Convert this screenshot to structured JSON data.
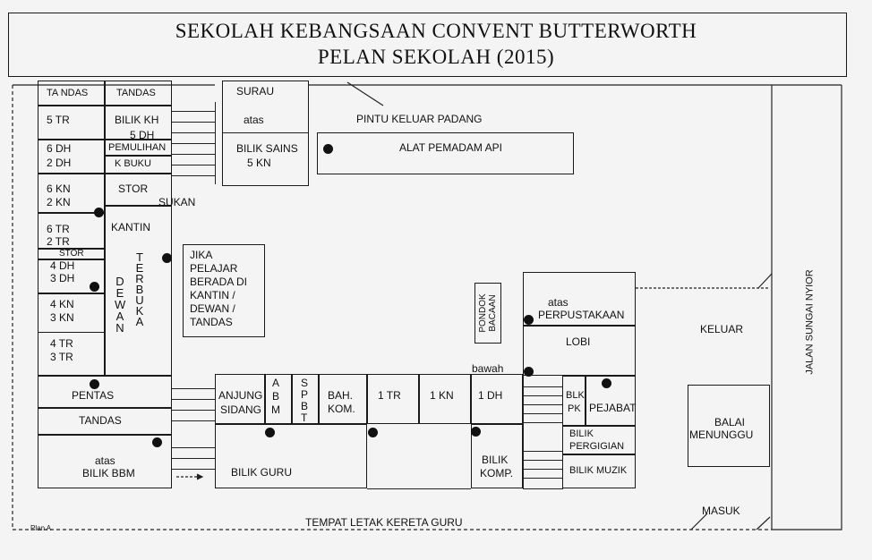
{
  "header": {
    "title_line1": "SEKOLAH KEBANGSAAN CONVENT BUTTERWORTH",
    "title_line2": "PELAN SEKOLAH  (2015)"
  },
  "rooms": {
    "tandas_left": "TA NDAS",
    "tandas_top": "TANDAS",
    "tr5": "5 TR",
    "bilik_kh": "BILIK KH",
    "dh5": "5 DH",
    "dh6": "6 DH",
    "pemulihan": "PEMULIHAN",
    "dh2": "2 DH",
    "k_buku": "K BUKU",
    "kn6": "6 KN",
    "stor": "STOR",
    "kn2": "2 KN",
    "sukan": "SUKAN",
    "tr6": "6 TR",
    "kantin": "KANTIN",
    "tr2": "2 TR",
    "stor_small": "STOR",
    "dh4": "4 DH",
    "dh3": "3 DH",
    "kn4": "4 KN",
    "kn3": "3 KN",
    "tr4": "4 TR",
    "tr3": "3 TR",
    "dewan_line1": "D E W A N",
    "dewan_line2": "T E R B U K A",
    "surau": "SURAU",
    "atas1": "atas",
    "bilik_sains": "BILIK SAINS",
    "kn5": "5 KN",
    "pintu_keluar": "PINTU KELUAR PADANG",
    "alat_pemadam": "ALAT PEMADAM API",
    "jika": [
      "JIKA",
      "PELAJAR",
      "BERADA DI",
      "KANTIN /",
      "DEWAN /",
      "TANDAS"
    ],
    "pentas": "PENTAS",
    "tandas_bottom": "TANDAS",
    "atas2": "atas",
    "bilik_bbm": "BILIK BBM",
    "anjung": "ANJUNG",
    "sidang": "SIDANG",
    "abm": [
      "A",
      "B",
      "M"
    ],
    "spbt": [
      "S",
      "P",
      "B",
      "T"
    ],
    "bah": "BAH.",
    "kom": "KOM.",
    "tr1": "1 TR",
    "kn1": "1 KN",
    "dh1": "1 DH",
    "bilik_guru": "BILIK GURU",
    "bilik_komp1": "BILIK",
    "bilik_komp2": "KOMP.",
    "pondok": "PONDOK",
    "bacaan": "BACAAN",
    "atas3": "atas",
    "perpustakaan": "PERPUSTAKAAN",
    "lobi": "LOBI",
    "bawah": "bawah",
    "blk": "BLK",
    "pk": "PK",
    "pejabat": "PEJABAT",
    "bilik_pergigian1": "BILIK",
    "bilik_pergigian2": "PERGIGIAN",
    "bilik_muzik": "BILIK MUZIK",
    "keluar": "KELUAR",
    "balai1": "BALAI",
    "balai2": "MENUNGGU",
    "masuk": "MASUK",
    "jalan": "JALAN SUNGAI NYIOR",
    "tempat": "TEMPAT LETAK KERETA GURU",
    "plan_a": "Plan A"
  }
}
